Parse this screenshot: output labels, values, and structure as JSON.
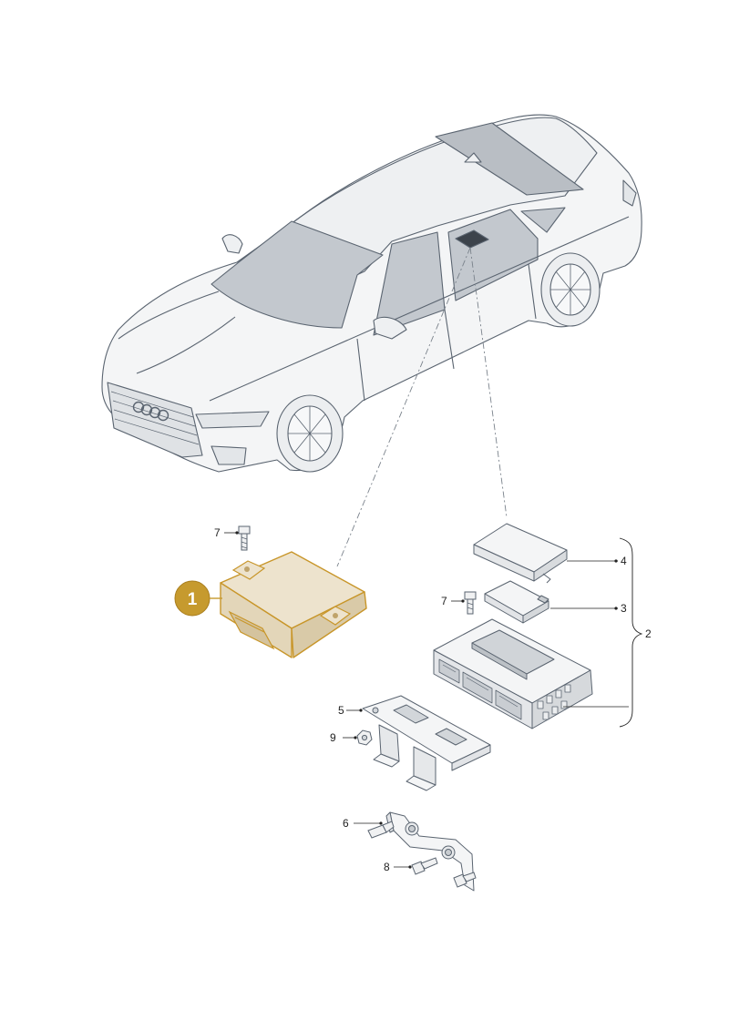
{
  "callouts": {
    "part_1": "1",
    "part_2": "2",
    "part_3": "3",
    "part_4": "4",
    "part_5": "5",
    "part_6": "6",
    "part_7a": "7",
    "part_7b": "7",
    "part_8": "8",
    "part_9": "9"
  },
  "colors": {
    "highlight_fill": "#e8dcc3",
    "highlight_stroke": "#c8962a",
    "badge": "#c69a2e",
    "line": "#5a6470",
    "glass": "#b9bec4",
    "body": "#f4f5f6"
  }
}
